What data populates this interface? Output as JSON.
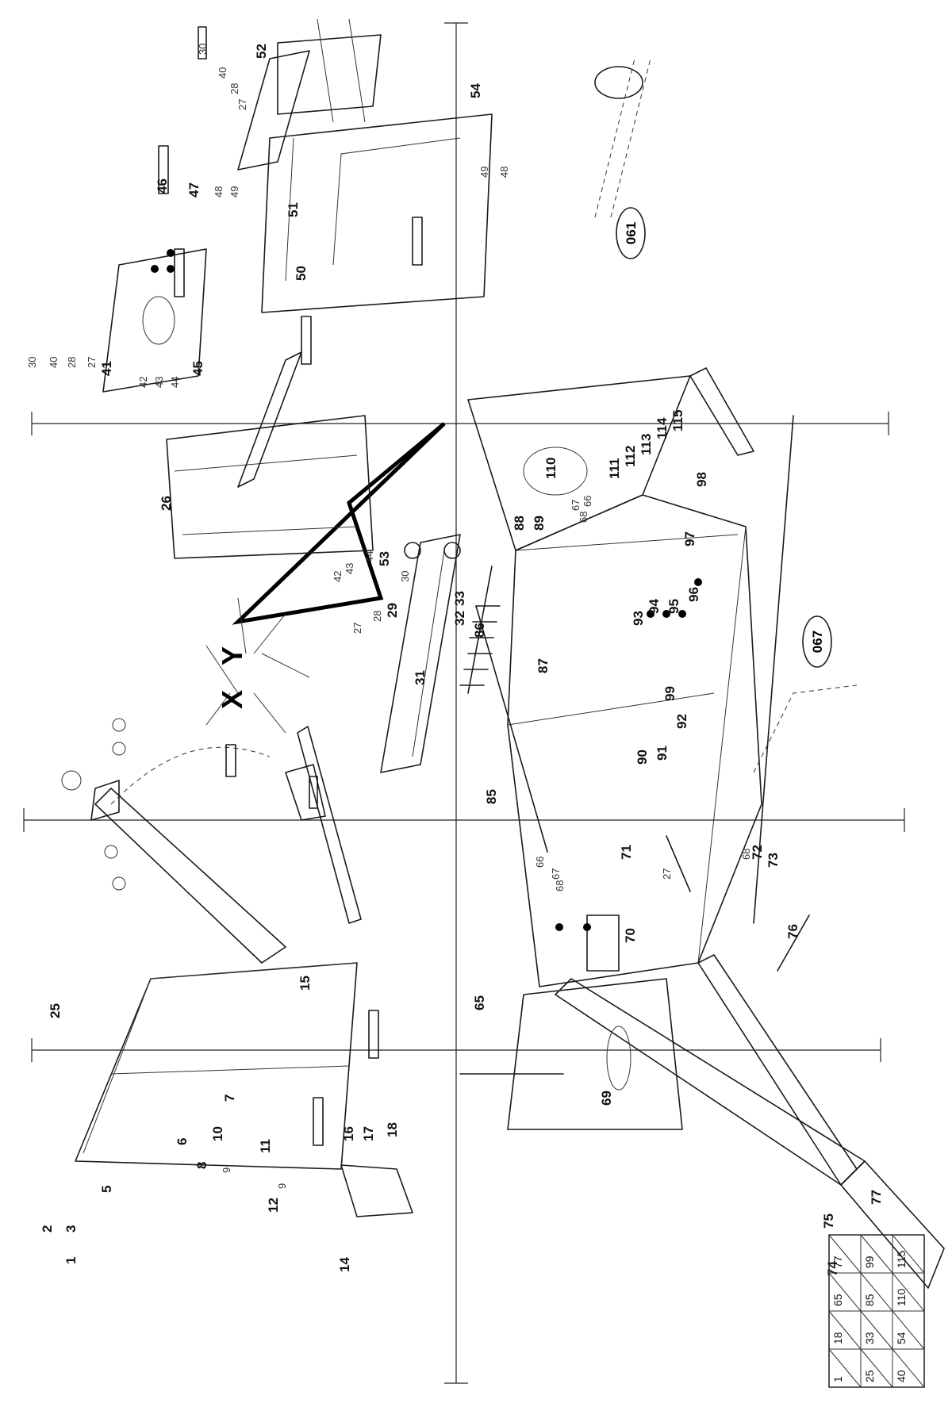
{
  "axes": {
    "x": "X",
    "y": "Y"
  },
  "references": [
    "061",
    "067"
  ],
  "legend": [
    [
      "1",
      "25",
      "40"
    ],
    [
      "18",
      "33",
      "54"
    ],
    [
      "65",
      "85",
      "110"
    ],
    [
      "77",
      "99",
      "115"
    ]
  ],
  "labels": [
    {
      "id": "1",
      "t": "1"
    },
    {
      "id": "2",
      "t": "2"
    },
    {
      "id": "3",
      "t": "3"
    },
    {
      "id": "5",
      "t": "5"
    },
    {
      "id": "6",
      "t": "6"
    },
    {
      "id": "7",
      "t": "7"
    },
    {
      "id": "8",
      "t": "8"
    },
    {
      "id": "9a",
      "t": "9"
    },
    {
      "id": "10",
      "t": "10"
    },
    {
      "id": "11",
      "t": "11"
    },
    {
      "id": "9b",
      "t": "9"
    },
    {
      "id": "12",
      "t": "12"
    },
    {
      "id": "14",
      "t": "14"
    },
    {
      "id": "15",
      "t": "15"
    },
    {
      "id": "16",
      "t": "16"
    },
    {
      "id": "17",
      "t": "17"
    },
    {
      "id": "18",
      "t": "18"
    },
    {
      "id": "25",
      "t": "25"
    },
    {
      "id": "26",
      "t": "26"
    },
    {
      "id": "27a",
      "t": "27"
    },
    {
      "id": "28a",
      "t": "28"
    },
    {
      "id": "29",
      "t": "29"
    },
    {
      "id": "30a",
      "t": "30"
    },
    {
      "id": "31",
      "t": "31"
    },
    {
      "id": "32",
      "t": "32"
    },
    {
      "id": "33",
      "t": "33"
    },
    {
      "id": "86",
      "t": "86"
    },
    {
      "id": "85",
      "t": "85"
    },
    {
      "id": "30b",
      "t": "30"
    },
    {
      "id": "40a",
      "t": "40"
    },
    {
      "id": "28b",
      "t": "28"
    },
    {
      "id": "27b",
      "t": "27"
    },
    {
      "id": "41",
      "t": "41"
    },
    {
      "id": "42a",
      "t": "42"
    },
    {
      "id": "43a",
      "t": "43"
    },
    {
      "id": "44a",
      "t": "44"
    },
    {
      "id": "45",
      "t": "45"
    },
    {
      "id": "42b",
      "t": "42"
    },
    {
      "id": "43b",
      "t": "43"
    },
    {
      "id": "44b",
      "t": "44"
    },
    {
      "id": "53",
      "t": "53"
    },
    {
      "id": "50",
      "t": "50"
    },
    {
      "id": "51",
      "t": "51"
    },
    {
      "id": "46",
      "t": "46"
    },
    {
      "id": "47",
      "t": "47"
    },
    {
      "id": "48a",
      "t": "48"
    },
    {
      "id": "49a",
      "t": "49"
    },
    {
      "id": "30c",
      "t": "30"
    },
    {
      "id": "40b",
      "t": "40"
    },
    {
      "id": "28c",
      "t": "28"
    },
    {
      "id": "27c",
      "t": "27"
    },
    {
      "id": "52",
      "t": "52"
    },
    {
      "id": "54",
      "t": "54"
    },
    {
      "id": "49b",
      "t": "49"
    },
    {
      "id": "48b",
      "t": "48"
    },
    {
      "id": "110",
      "t": "110"
    },
    {
      "id": "88",
      "t": "88"
    },
    {
      "id": "89",
      "t": "89"
    },
    {
      "id": "66a",
      "t": "66"
    },
    {
      "id": "67a",
      "t": "67"
    },
    {
      "id": "68a",
      "t": "68"
    },
    {
      "id": "111",
      "t": "111"
    },
    {
      "id": "112",
      "t": "112"
    },
    {
      "id": "113",
      "t": "113"
    },
    {
      "id": "114",
      "t": "114"
    },
    {
      "id": "115",
      "t": "115"
    },
    {
      "id": "98",
      "t": "98"
    },
    {
      "id": "97",
      "t": "97"
    },
    {
      "id": "96",
      "t": "96"
    },
    {
      "id": "95",
      "t": "95"
    },
    {
      "id": "94",
      "t": "94"
    },
    {
      "id": "93",
      "t": "93"
    },
    {
      "id": "87",
      "t": "87"
    },
    {
      "id": "99",
      "t": "99"
    },
    {
      "id": "92",
      "t": "92"
    },
    {
      "id": "91",
      "t": "91"
    },
    {
      "id": "90",
      "t": "90"
    },
    {
      "id": "66b",
      "t": "66"
    },
    {
      "id": "67b",
      "t": "67"
    },
    {
      "id": "68b",
      "t": "68"
    },
    {
      "id": "71",
      "t": "71"
    },
    {
      "id": "27d",
      "t": "27"
    },
    {
      "id": "70",
      "t": "70"
    },
    {
      "id": "68c",
      "t": "68"
    },
    {
      "id": "72",
      "t": "72"
    },
    {
      "id": "73",
      "t": "73"
    },
    {
      "id": "76",
      "t": "76"
    },
    {
      "id": "65",
      "t": "65"
    },
    {
      "id": "69",
      "t": "69"
    },
    {
      "id": "74",
      "t": "74"
    },
    {
      "id": "75",
      "t": "75"
    },
    {
      "id": "77",
      "t": "77"
    }
  ]
}
